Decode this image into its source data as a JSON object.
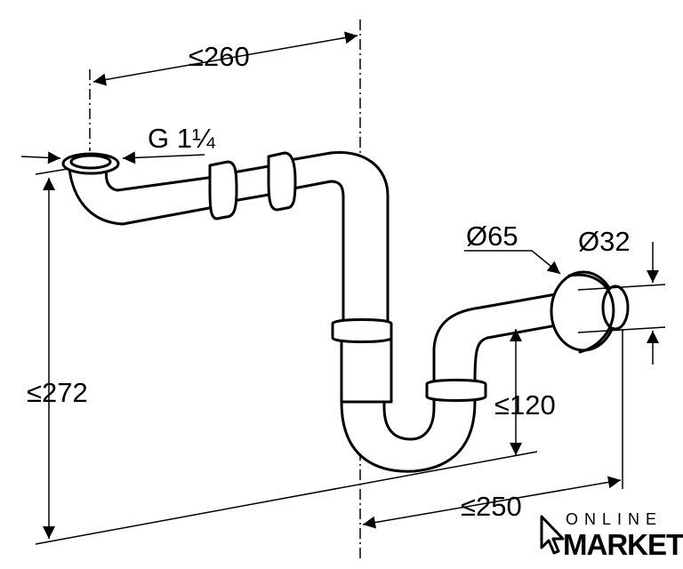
{
  "dimensions": {
    "horizontal_top": "≤260",
    "thread_size": "G 1¼",
    "height_total": "≤272",
    "outlet_diameter": "Ø65",
    "pipe_diameter": "Ø32",
    "outlet_height": "≤120",
    "horizontal_bottom": "≤250"
  },
  "logo": {
    "top_text": "ONLINE",
    "bottom_text": "MARKET"
  }
}
